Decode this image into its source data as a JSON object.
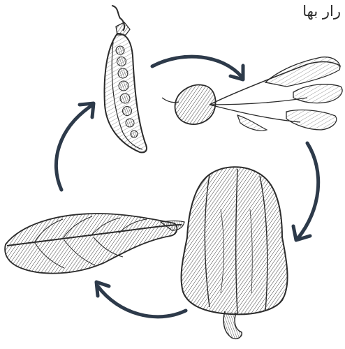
{
  "caption": "رار بها",
  "cycle": {
    "stages": [
      {
        "id": "pea-pod-illustration"
      },
      {
        "id": "beet-illustration"
      },
      {
        "id": "bell-pepper-illustration"
      },
      {
        "id": "chard-leaf-illustration"
      }
    ],
    "arrow_direction": "clockwise"
  },
  "colors": {
    "arrow": "#2d3a4a",
    "sketch": "#2b2b2b",
    "background": "#ffffff"
  }
}
